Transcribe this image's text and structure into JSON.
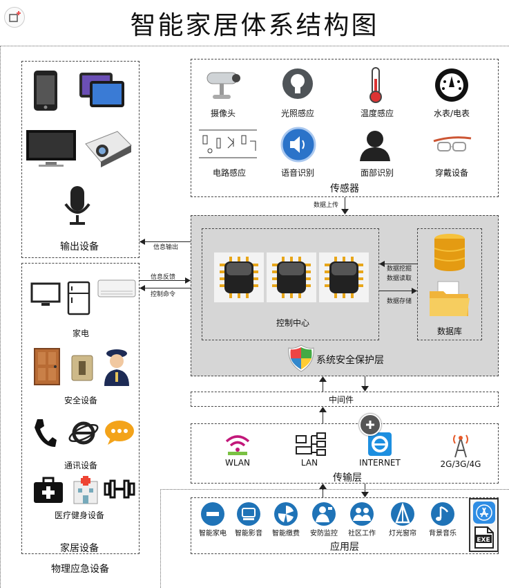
{
  "title": "智能家居体系结构图",
  "sensors": {
    "heading": "传感器",
    "items": [
      "摄像头",
      "光照感应",
      "温度感应",
      "水表/电表",
      "电路感应",
      "语音识别",
      "面部识别",
      "穿戴设备"
    ]
  },
  "output": {
    "heading": "输出设备"
  },
  "home": {
    "heading": "家居设备",
    "appliance": "家电",
    "security": "安全设备",
    "comm": "通讯设备",
    "medical": "医疗健身设备"
  },
  "physical": "物理应急设备",
  "control": {
    "center": "控制中心",
    "database": "数据库",
    "protection": "系统安全保护层"
  },
  "arrows": {
    "upload": "数据上传",
    "output": "信息输出",
    "feedback": "信息反馈",
    "command": "控制命令",
    "mining": "数据挖掘",
    "reading": "数据读取",
    "storage": "数据存储"
  },
  "middleware": "中间件",
  "transport": {
    "heading": "传输层",
    "items": [
      "WLAN",
      "LAN",
      "INTERNET",
      "2G/3G/4G"
    ]
  },
  "apps": {
    "heading": "应用层",
    "items": [
      "智能家电",
      "智能影音",
      "智能缴费",
      "安防监控",
      "社区工作",
      "灯光窗帘",
      "背景音乐"
    ],
    "exe": "EXE"
  },
  "colors": {
    "panel_grey": "#d6d6d6",
    "app_blue": "#1f73b7",
    "chip_gold": "#e8a619"
  }
}
